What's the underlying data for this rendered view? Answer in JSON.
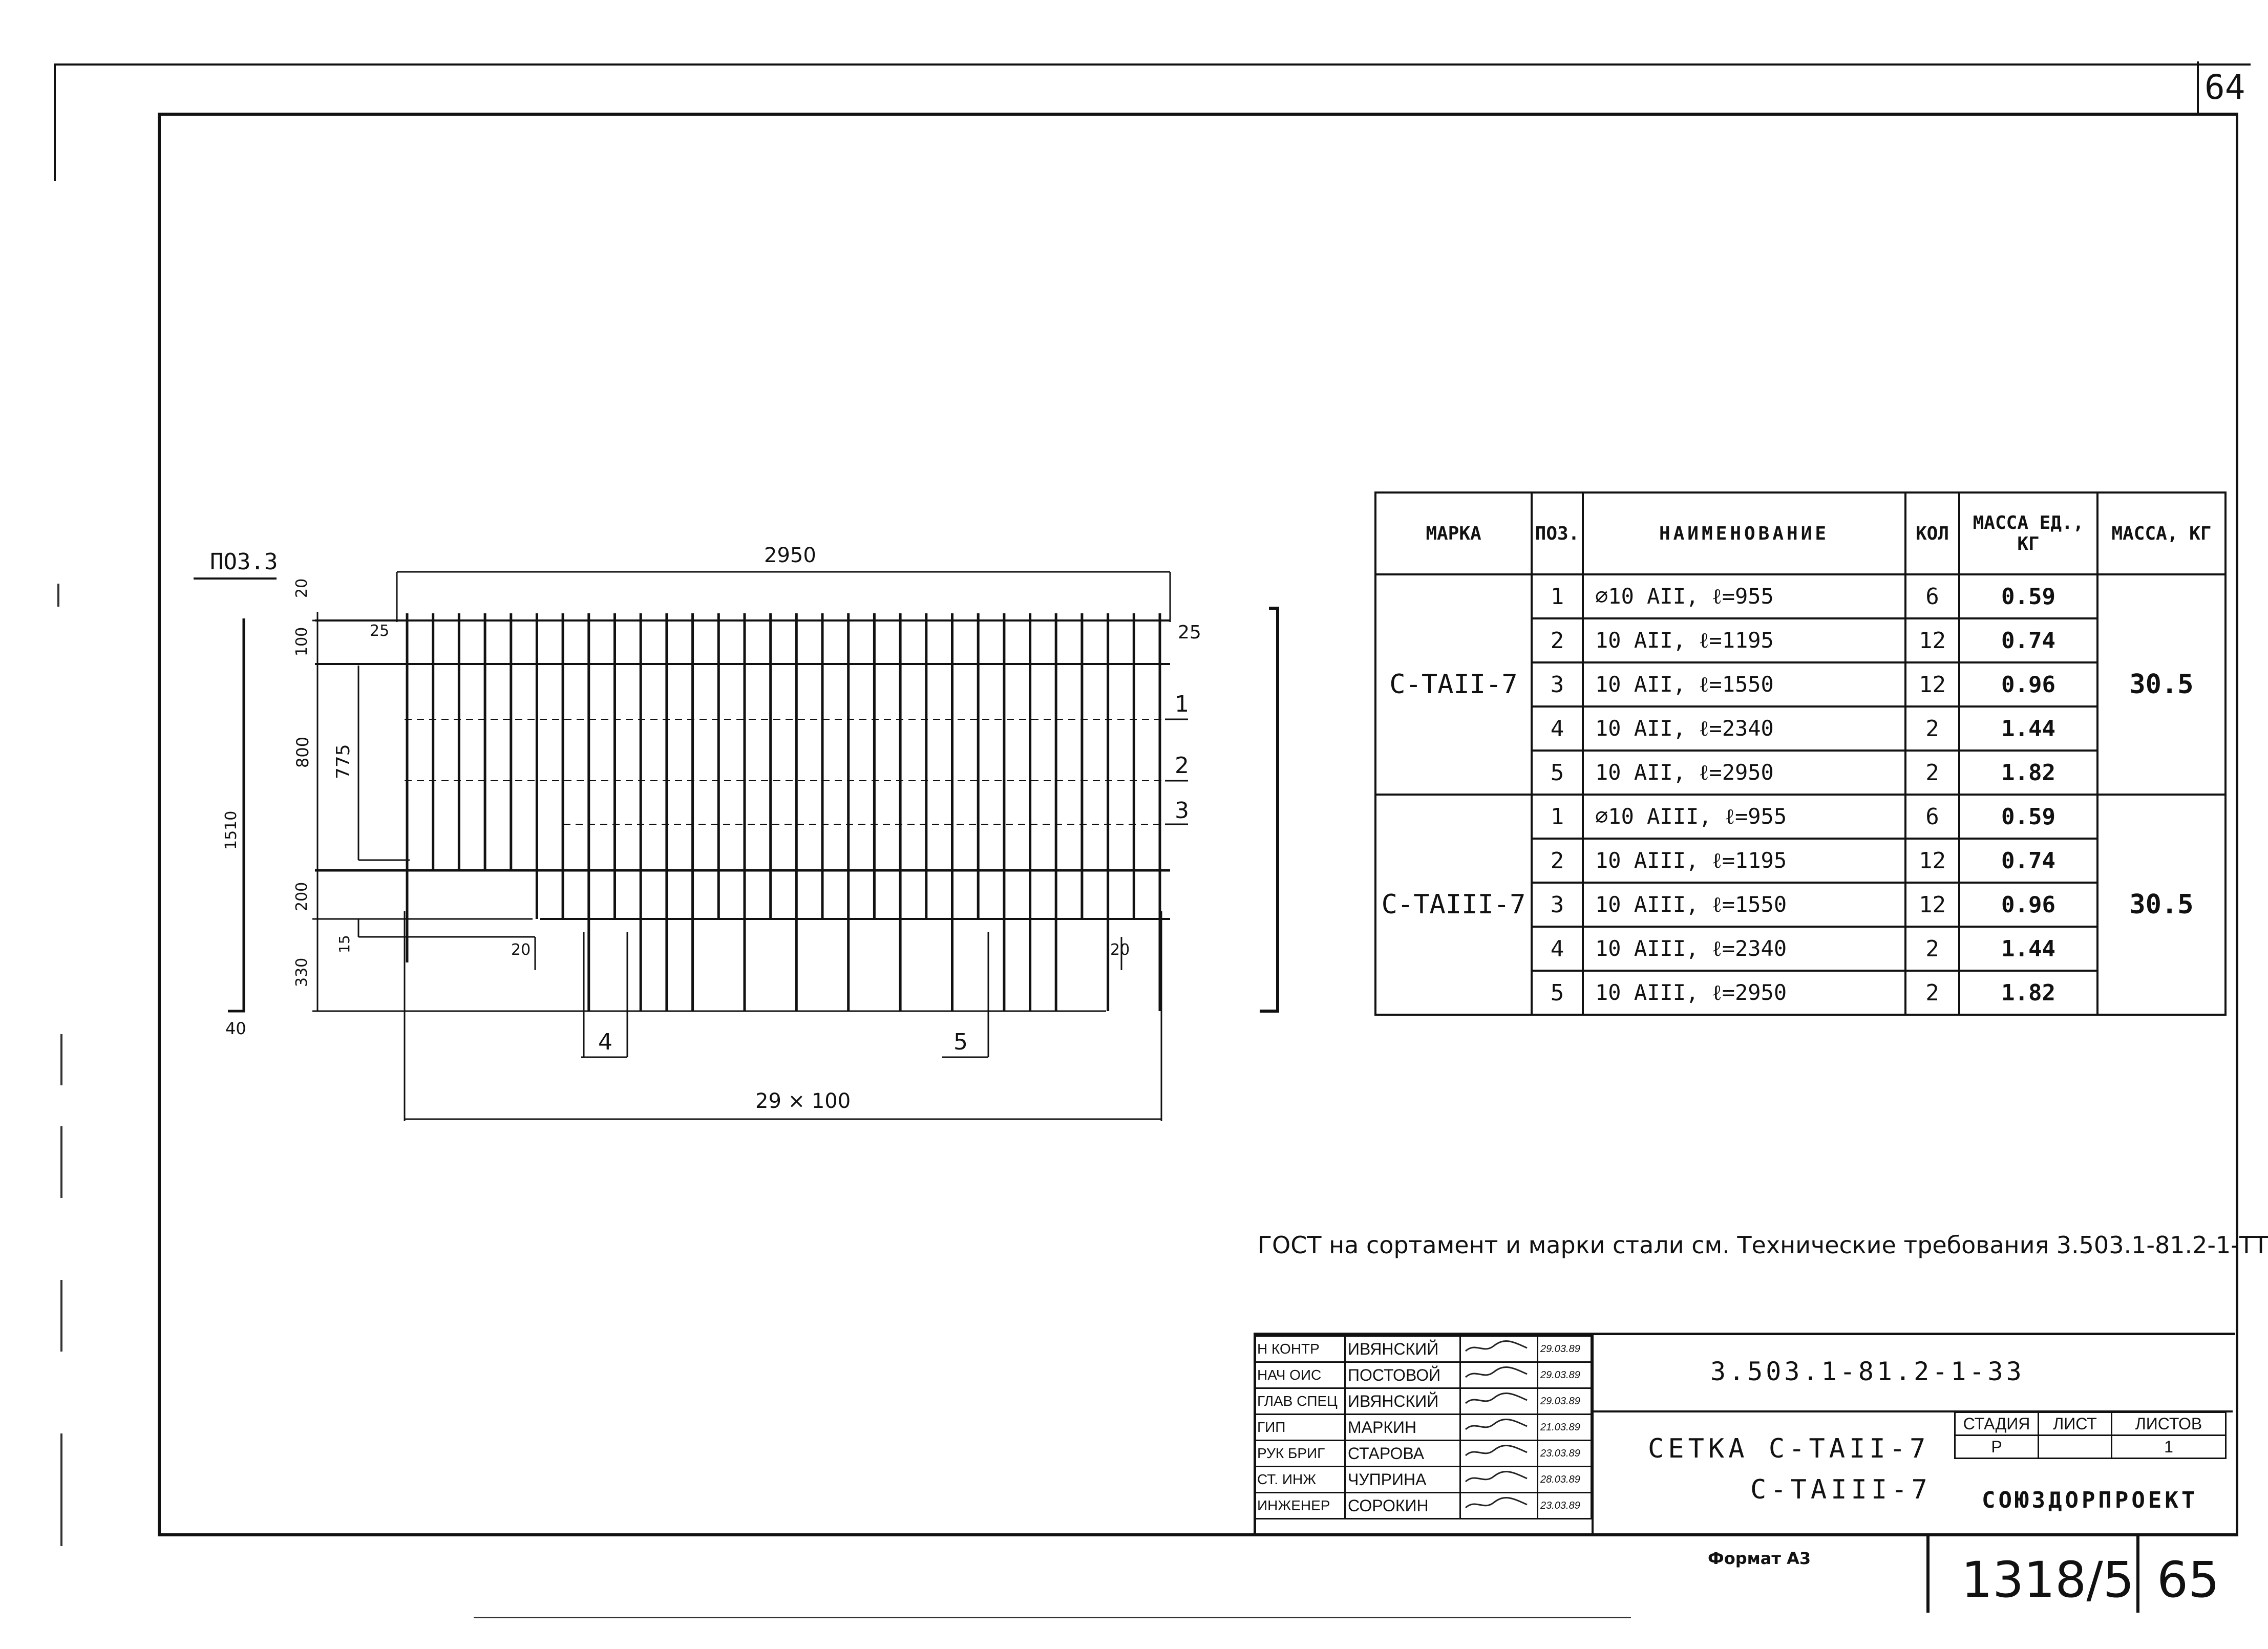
{
  "page_number_top": "64",
  "drawing": {
    "view_label": "ПОЗ.3",
    "dims": {
      "total_length": "2950",
      "spacing": "29 × 100",
      "d20_top": "20",
      "d100": "100",
      "d800": "800",
      "d775": "775",
      "d200": "200",
      "d15": "15",
      "d330": "330",
      "d1510": "1510",
      "d40": "40",
      "d25_left": "25",
      "d25_right": "25",
      "d20_left": "20",
      "d20_right": "20"
    },
    "callouts": [
      "1",
      "2",
      "3",
      "4",
      "5"
    ]
  },
  "spec_table": {
    "headers": [
      "МАРКА",
      "ПОЗ.",
      "НАИМЕНОВАНИЕ",
      "КОЛ",
      "МАССА ЕД., КГ",
      "МАССА, КГ"
    ],
    "groups": [
      {
        "mark": "С-ТАII-7",
        "total": "30.5",
        "rows": [
          {
            "pos": "1",
            "name": "⌀10 АII, ℓ=955",
            "qty": "6",
            "mass": "0.59"
          },
          {
            "pos": "2",
            "name": "10 АII, ℓ=1195",
            "qty": "12",
            "mass": "0.74"
          },
          {
            "pos": "3",
            "name": "10 АII, ℓ=1550",
            "qty": "12",
            "mass": "0.96"
          },
          {
            "pos": "4",
            "name": "10 АII, ℓ=2340",
            "qty": "2",
            "mass": "1.44"
          },
          {
            "pos": "5",
            "name": "10 АII, ℓ=2950",
            "qty": "2",
            "mass": "1.82"
          }
        ]
      },
      {
        "mark": "С-ТАIII-7",
        "total": "30.5",
        "rows": [
          {
            "pos": "1",
            "name": "⌀10 АIII, ℓ=955",
            "qty": "6",
            "mass": "0.59"
          },
          {
            "pos": "2",
            "name": "10 АIII, ℓ=1195",
            "qty": "12",
            "mass": "0.74"
          },
          {
            "pos": "3",
            "name": "10 АIII, ℓ=1550",
            "qty": "12",
            "mass": "0.96"
          },
          {
            "pos": "4",
            "name": "10 АIII, ℓ=2340",
            "qty": "2",
            "mass": "1.44"
          },
          {
            "pos": "5",
            "name": "10 АIII, ℓ=2950",
            "qty": "2",
            "mass": "1.82"
          }
        ]
      }
    ]
  },
  "note": "ГОСТ на сортамент и марки стали см. Технические требования 3.503.1-81.2-1-ТТ",
  "title_block": {
    "doc_code": "3.503.1-81.2-1-33",
    "title_line1": "СЕТКА С-ТАII-7",
    "title_line2": "С-ТАIII-7",
    "stage_headers": [
      "СТАДИЯ",
      "ЛИСТ",
      "ЛИСТОВ"
    ],
    "stage_values": [
      "Р",
      "",
      "1"
    ],
    "organization": "СОЮЗДОРПРОЕКТ",
    "staff": [
      {
        "role": "Н КОНТР",
        "name": "ИВЯНСКИЙ",
        "date": "29.03.89"
      },
      {
        "role": "НАЧ ОИС",
        "name": "ПОСТОВОЙ",
        "date": "29.03.89"
      },
      {
        "role": "ГЛАВ СПЕЦ",
        "name": "ИВЯНСКИЙ",
        "date": "29.03.89"
      },
      {
        "role": "ГИП",
        "name": "МАРКИН",
        "date": "21.03.89"
      },
      {
        "role": "РУК БРИГ",
        "name": "СТАРОВА",
        "date": "23.03.89"
      },
      {
        "role": "СТ. ИНЖ",
        "name": "ЧУПРИНА",
        "date": "28.03.89"
      },
      {
        "role": "ИНЖЕНЕР",
        "name": "СОРОКИН",
        "date": "23.03.89"
      }
    ],
    "format": "Формат А3",
    "archive_no": "1318/5",
    "page_number": "65"
  }
}
